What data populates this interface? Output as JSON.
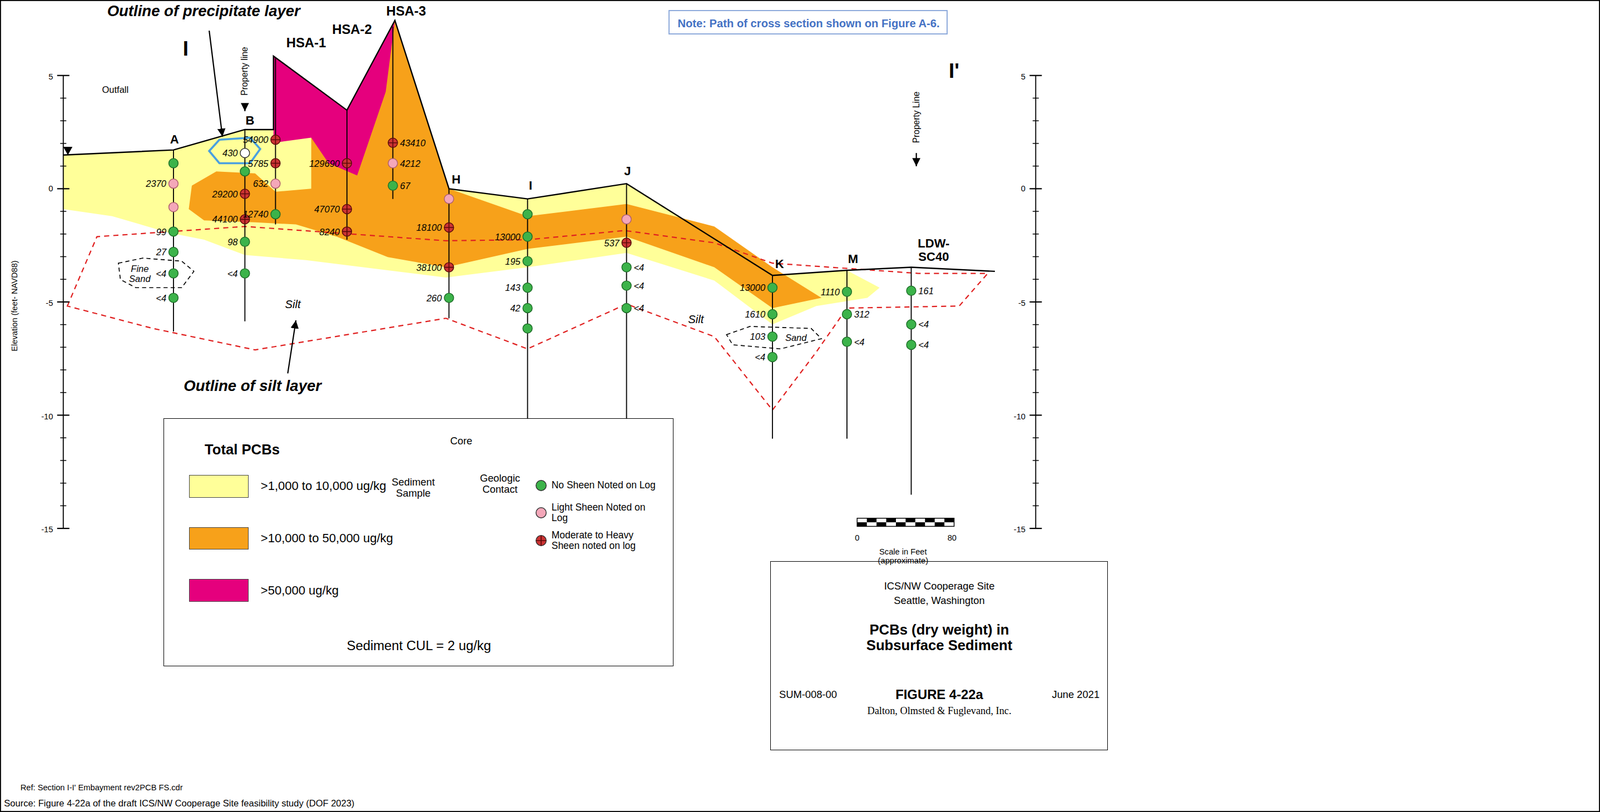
{
  "diagram": {
    "nodes": [
      {
        "text": [
          "Note: Path of cross section shown on Figure A-6."
        ]
      },
      {
        "text": [
          "Total PCBs",
          "Sediment CUL = 2 ug/kg"
        ]
      },
      {
        "text": [
          "ICS/NW Cooperage Site",
          "Seattle, Washington",
          "PCBs (dry weight) in Subsurface Sediment",
          "SUM-008-00",
          "FIGURE 4-22a",
          "June 2021",
          "Dalton, Olmsted & Fuglevand, Inc."
        ]
      }
    ],
    "labels": [
      "Outline of precipitate layer",
      "Outline of silt layer",
      "Outfall",
      "I",
      "I'",
      "Property line",
      "Property Line",
      "A",
      "B",
      "HSA-1",
      "HSA-2",
      "HSA-3",
      "H",
      "I",
      "J",
      "K",
      "M",
      "LDW- SC40",
      "Elevation (feet- NAVD88)",
      "5",
      "0",
      "-5",
      "-10",
      "-15",
      "5",
      "0",
      "-5",
      "-10",
      "-15",
      "2370",
      "99",
      "27",
      "<4",
      "<4",
      "430",
      "29200",
      "44100",
      "98",
      "<4",
      "54900",
      "5785",
      "632",
      "12740",
      "129690",
      "47070",
      "8240",
      "43410",
      "4212",
      "67",
      "18100",
      "38100",
      "260",
      "13000",
      "195",
      "143",
      "42",
      "537",
      "<4",
      "<4",
      "<4",
      "13000",
      "1610",
      "103",
      "<4",
      "1110",
      "312",
      "<4",
      "161",
      "<4",
      "<4",
      "Fine Sand",
      "Silt",
      "Silt",
      "Sand",
      "0",
      "80",
      "Scale in Feet (approximate)",
      "Core",
      "Sediment Sample",
      "Geologic Contact",
      "Ref: Section I-I' Embayment rev2PCB FS.cdr",
      "Source: Figure 4-22a of the draft ICS/NW Cooperage Site feasibility study (DOF 2023)"
    ],
    "legend": [
      {
        "text": ">1,000 to 10,000 ug/kg",
        "color": "#ffff99"
      },
      {
        "text": ">10,000 to 50,000 ug/kg",
        "color": "#f7a11a"
      },
      {
        "text": ">50,000 ug/kg",
        "color": "#e5007d"
      },
      {
        "text": "No Sheen Noted on Log",
        "color": "#3cb34a"
      },
      {
        "text": "Light Sheen Noted on Log",
        "color": "#f4a7b9"
      },
      {
        "text": "Moderate to Heavy Sheen noted on log",
        "color": "#cc3333"
      }
    ]
  }
}
